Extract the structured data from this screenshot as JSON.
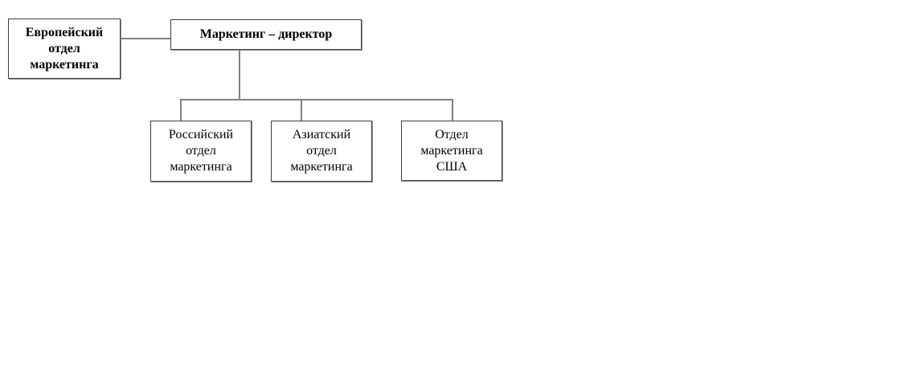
{
  "diagram": {
    "type": "org-chart",
    "nodes": {
      "european": {
        "line1": "Европейский",
        "line2": "отдел",
        "line3": "маркетинга",
        "bold": true
      },
      "director": {
        "line1": "Маркетинг – директор",
        "bold": true
      },
      "russian": {
        "line1": "Российский",
        "line2": "отдел",
        "line3": "маркетинга",
        "bold": false
      },
      "asian": {
        "line1": "Азиатский",
        "line2": "отдел",
        "line3": "маркетинга",
        "bold": false
      },
      "usa": {
        "line1": "Отдел",
        "line2": "маркетинга",
        "line3": "США",
        "bold": false
      }
    },
    "edges": [
      {
        "from": "european",
        "to": "director",
        "kind": "lateral"
      },
      {
        "from": "director",
        "to": "russian",
        "kind": "reports-to"
      },
      {
        "from": "director",
        "to": "asian",
        "kind": "reports-to"
      },
      {
        "from": "director",
        "to": "usa",
        "kind": "reports-to"
      }
    ]
  },
  "colors": {
    "background": "#ffffff",
    "box_border": "#3f3f3f",
    "box_shadow": "#8c8c8c",
    "connector": "#808080",
    "text": "#000000"
  }
}
